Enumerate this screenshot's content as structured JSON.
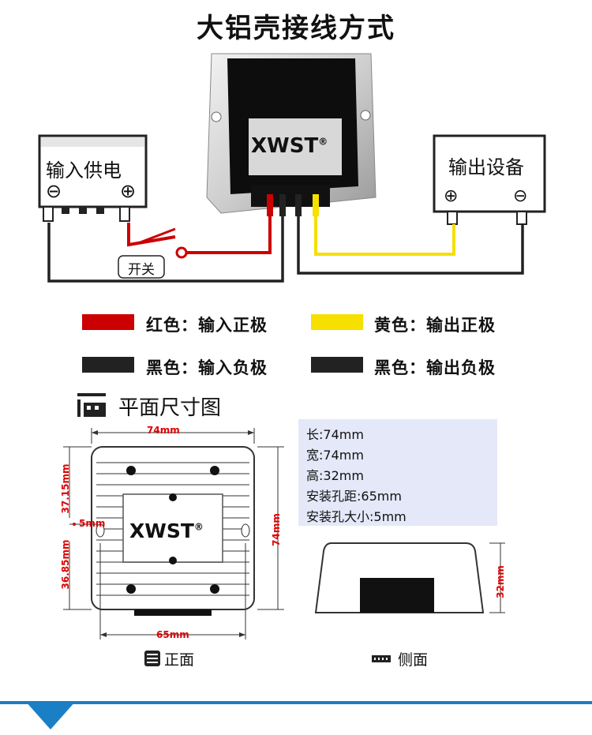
{
  "title": "大铝壳接线方式",
  "input_box": {
    "label": "输入供电",
    "neg": "⊖",
    "pos": "⊕"
  },
  "output_box": {
    "label": "输出设备",
    "pos": "⊕",
    "neg": "⊖"
  },
  "switch_label": "开关",
  "brand": "XWST",
  "brand_mark": "®",
  "colors": {
    "red": "#cc0000",
    "yellow": "#f5e000",
    "black": "#222222",
    "bottom_line": "#1a7fc4",
    "panel": "#e4e8f8"
  },
  "legend": [
    {
      "color": "#cc0000",
      "text": "红色：输入正极"
    },
    {
      "color": "#f5e000",
      "text": "黄色：输出正极"
    },
    {
      "color": "#222222",
      "text": "黑色：输入负极"
    },
    {
      "color": "#222222",
      "text": "黑色：输出负极"
    }
  ],
  "plan_title": "平面尺寸图",
  "specs": [
    "长:74mm",
    "宽:74mm",
    "高:32mm",
    "安装孔距:65mm",
    "安装孔大小:5mm"
  ],
  "dims": {
    "top_width": "74mm",
    "upper_height": "37.15mm",
    "hole": "5mm",
    "lower_height": "36.85mm",
    "right_height": "74mm",
    "bottom_width": "65mm",
    "side_height": "32mm"
  },
  "captions": {
    "front": "正面",
    "side": "侧面"
  }
}
